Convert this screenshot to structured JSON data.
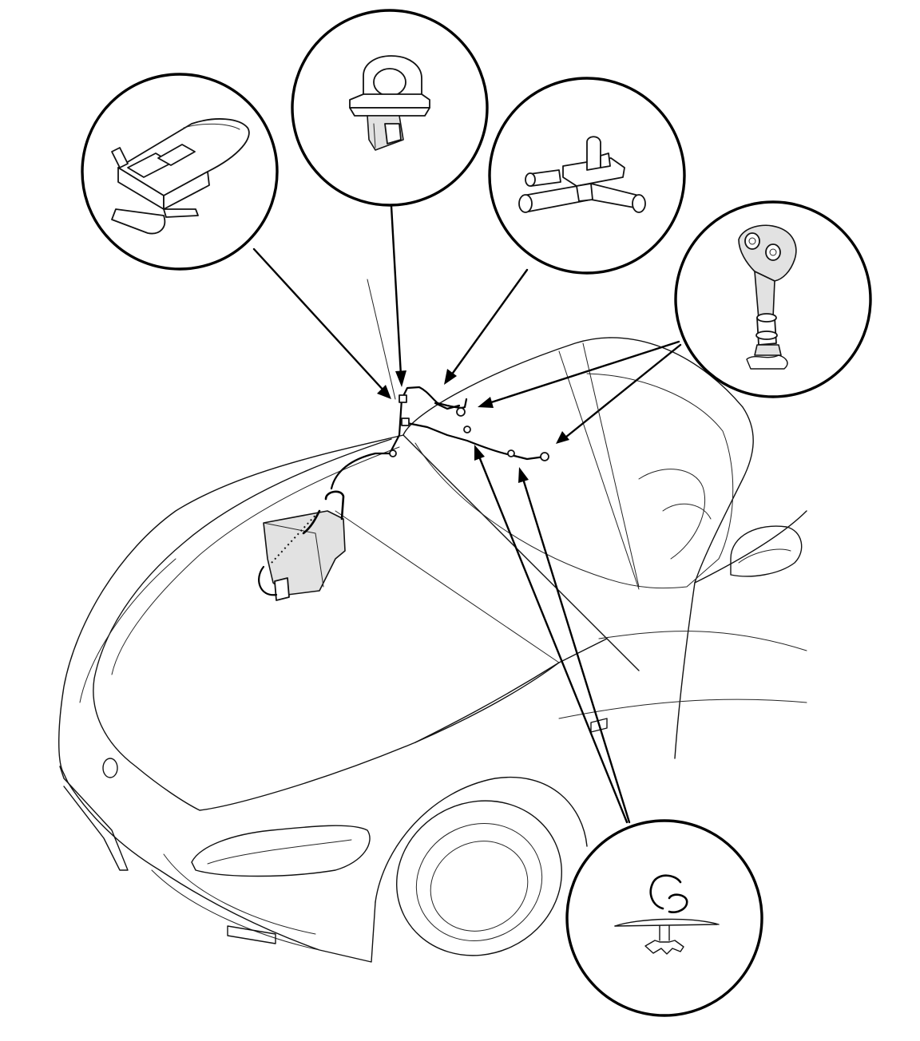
{
  "diagram": {
    "colors": {
      "ink": "#111111",
      "background": "#ffffff"
    },
    "callouts": [
      {
        "id": "hose-clip",
        "icon": "flat-hose-clip-icon"
      },
      {
        "id": "clamp-grommet",
        "icon": "hose-clamp-grommet-icon"
      },
      {
        "id": "hose-joint",
        "icon": "t-joint-icon"
      },
      {
        "id": "washer-nozzle",
        "icon": "washer-nozzle-icon"
      },
      {
        "id": "hose-hook",
        "icon": "hose-hook-clip-icon"
      }
    ]
  }
}
